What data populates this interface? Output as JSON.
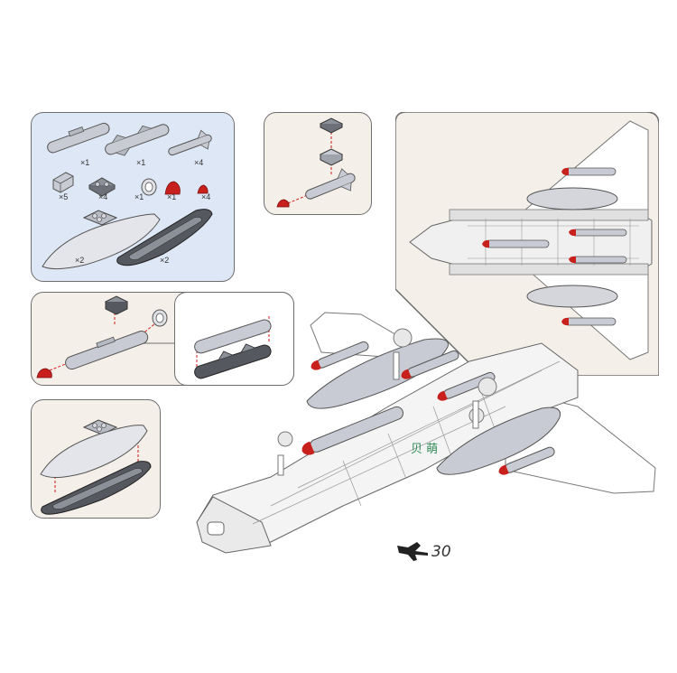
{
  "parts_panel": {
    "quantities": [
      "×1",
      "×1",
      "×4",
      "×5",
      "×4",
      "×1",
      "×1",
      "×4",
      "×2",
      "×2"
    ]
  },
  "page": {
    "number": "30"
  },
  "watermark": {
    "text": "贝 萌"
  },
  "colors": {
    "parts_panel_bg": "#dde7f5",
    "view_panel_bg": "#f4efe8",
    "part_gray": "#c8cbd3",
    "part_dark": "#55585e",
    "nose_cone_red": "#c8201c",
    "guide_line_red": "#d11a1a"
  },
  "icons": [
    "jet-silhouette-icon"
  ]
}
